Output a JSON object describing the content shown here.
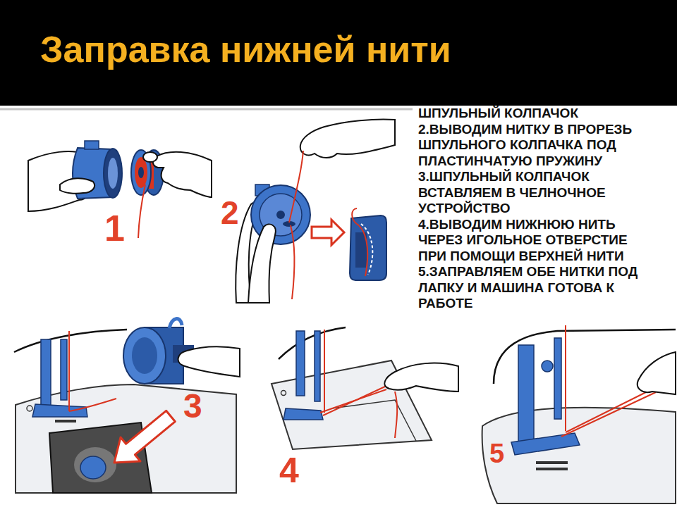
{
  "diagram": {
    "title": "Заправка нижней нити",
    "labels": [
      "ШПУЛЬНЫЙ КОЛПАЧОК",
      "2.ВЫВОДИМ НИТКУ В ПРОРЕЗЬ ШПУЛЬНОГО КОЛПАЧКА ПОД ПЛАСТИНЧАТУЮ ПРУЖИНУ",
      "3.ШПУЛЬНЫЙ КОЛПАЧОК ВСТАВЛЯЕМ В ЧЕЛНОЧНОЕ УСТРОЙСТВО",
      "4.ВЫВОДИМ НИЖНЮЮ НИТЬ ЧЕРЕЗ ИГОЛЬНОЕ ОТВЕРСТИЕ ПРИ ПОМОЩИ ВЕРХНЕЙ НИТИ",
      "5.ЗАПРАВЛЯЕМ ОБЕ НИТКИ ПОД ЛАПКУ И МАШИНА ГОТОВА К РАБОТЕ",
      "1",
      "2",
      "3",
      "4",
      "5"
    ]
  }
}
